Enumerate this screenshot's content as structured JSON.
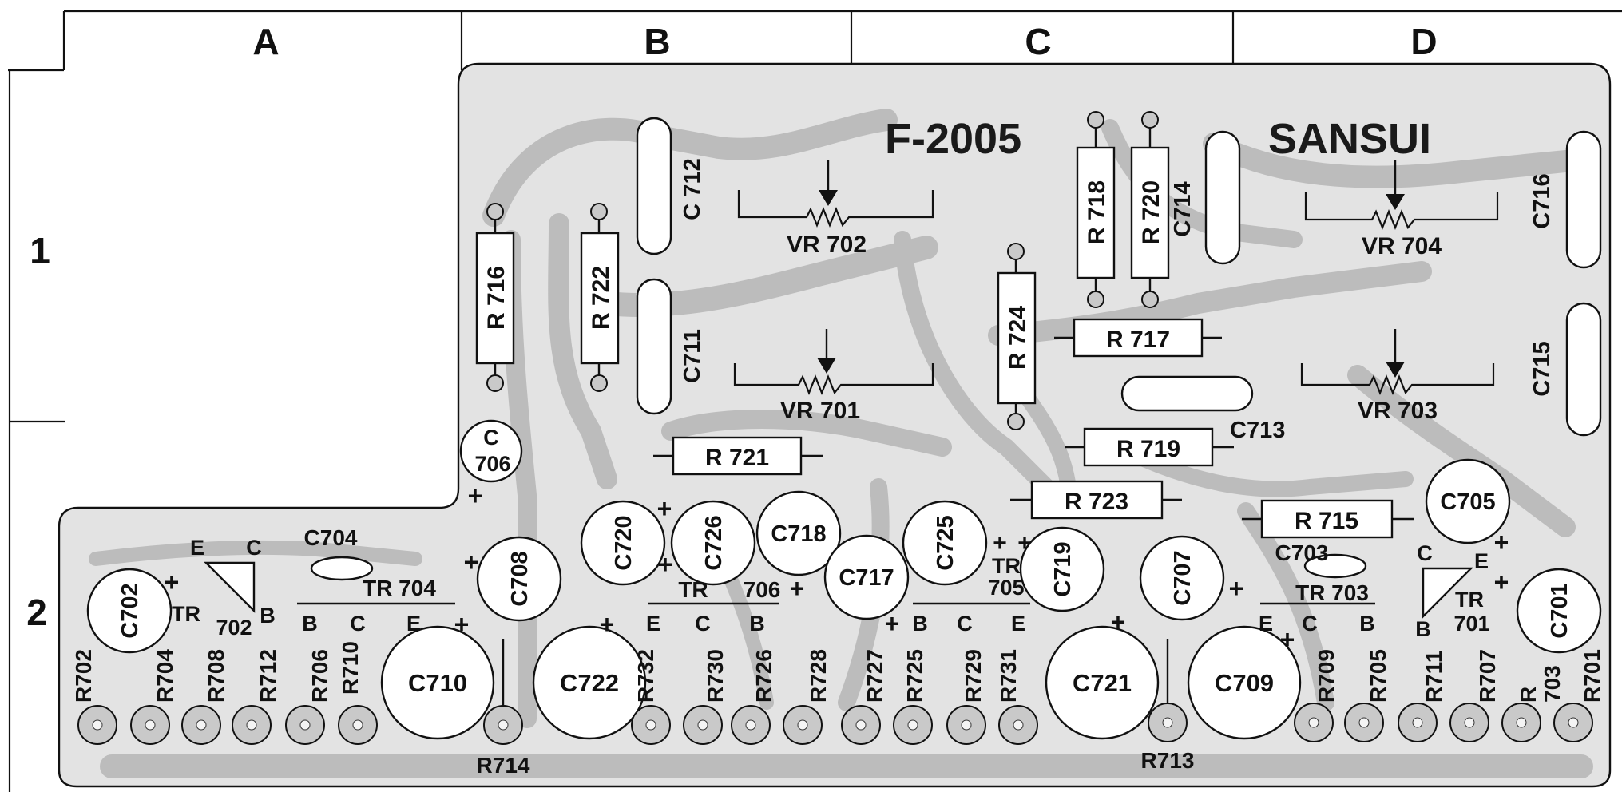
{
  "grid": {
    "columns": [
      "A",
      "B",
      "C",
      "D"
    ],
    "rows": [
      "1",
      "2"
    ]
  },
  "board": {
    "model": "F-2005",
    "brand": "SANSUI"
  },
  "colors": {
    "copper": "#bcbcbc",
    "ink": "#111111",
    "board": "#e3e3e3",
    "paper": "#ffffff"
  },
  "components": {
    "resistors": [
      "R716",
      "R722",
      "R718",
      "R720",
      "R724",
      "R717",
      "R721",
      "R719",
      "R723",
      "R715"
    ],
    "resistor_labels": {
      "R716": "R 716",
      "R722": "R 722",
      "R718": "R 718",
      "R720": "R 720",
      "R724": "R 724",
      "R717": "R 717",
      "R721": "R 721",
      "R719": "R 719",
      "R723": "R 723",
      "R715": "R 715"
    },
    "film_caps": {
      "C712": "C 712",
      "C711": "C711",
      "C714": "C714",
      "C716": "C716",
      "C715": "C715",
      "C713": "C713"
    },
    "pots": {
      "VR702": "VR 702",
      "VR701": "VR 701",
      "VR704": "VR 704",
      "VR703": "VR 703"
    },
    "electrolytics": {
      "C706_a": "C",
      "C706_b": "706",
      "C702": "C702",
      "C708": "C708",
      "C720": "C720",
      "C726": "C726",
      "C718": "C718",
      "C717": "C717",
      "C725": "C725",
      "C719": "C719",
      "C707": "C707",
      "C705": "C705",
      "C701": "C701",
      "C710": "C710",
      "C722": "C722",
      "C721": "C721",
      "C709": "C709"
    },
    "small_caps": {
      "C704": "C704",
      "C703": "C703"
    },
    "transistors": {
      "TR702_a": "TR",
      "TR702_b": "702",
      "TR704": "TR 704",
      "TR706_a": "TR",
      "TR706_b": "706",
      "TR705_a": "TR",
      "TR705_b": "705",
      "TR703": "TR 703",
      "TR701_a": "TR",
      "TR701_b": "701"
    },
    "pins": {
      "E": "E",
      "B": "B",
      "C": "C"
    },
    "polarity": "+",
    "bottom_resistors": [
      "R702",
      "R704",
      "R708",
      "R712",
      "R706",
      "R710",
      "R732",
      "R730",
      "R726",
      "R728",
      "R727",
      "R725",
      "R729",
      "R731",
      "R709",
      "R705",
      "R711",
      "R707",
      "R",
      "703",
      "R701"
    ],
    "bottom_labels": {
      "R714": "R714",
      "R713": "R713"
    }
  }
}
